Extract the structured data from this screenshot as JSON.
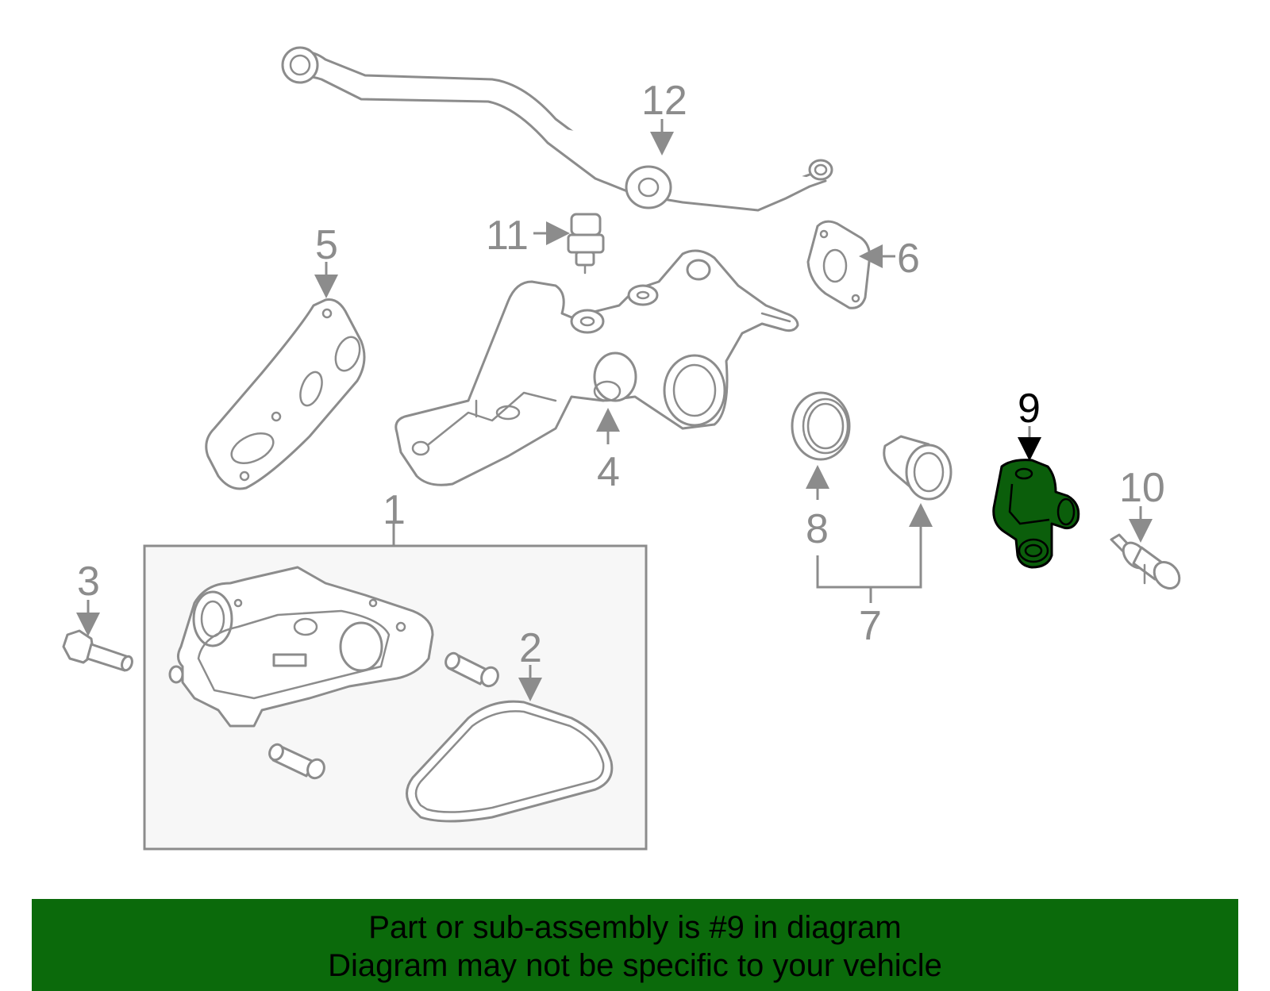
{
  "diagram": {
    "highlight_color": "#0b5e0b",
    "part_line_color": "#8c8c8c",
    "callouts": {
      "c1": "1",
      "c2": "2",
      "c3": "3",
      "c4": "4",
      "c5": "5",
      "c6": "6",
      "c7": "7",
      "c8": "8",
      "c9": "9",
      "c10": "10",
      "c11": "11",
      "c12": "12"
    },
    "highlighted_callout": "9"
  },
  "banner": {
    "background": "#0b6a0b",
    "line1": "Part or sub-assembly is #9 in diagram",
    "line2": "Diagram may not be specific to your vehicle"
  }
}
